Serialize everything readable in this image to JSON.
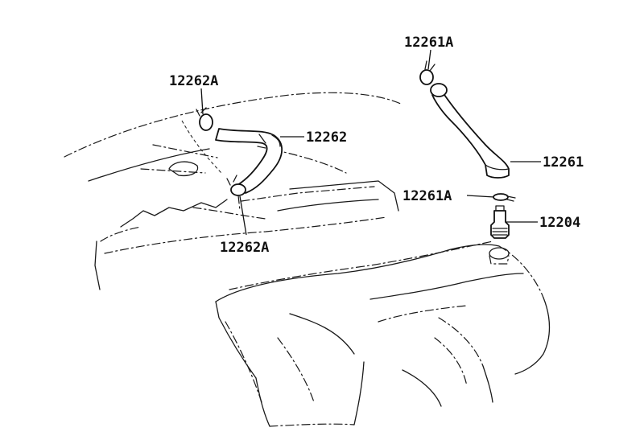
{
  "callouts": {
    "hose_small": "12262",
    "clip_top_left": "12262A",
    "clip_bottom_left": "12262A",
    "clip_top_right": "12261A",
    "hose_long": "12261",
    "clip_middle_right": "12261A",
    "pcv_valve": "12204"
  }
}
